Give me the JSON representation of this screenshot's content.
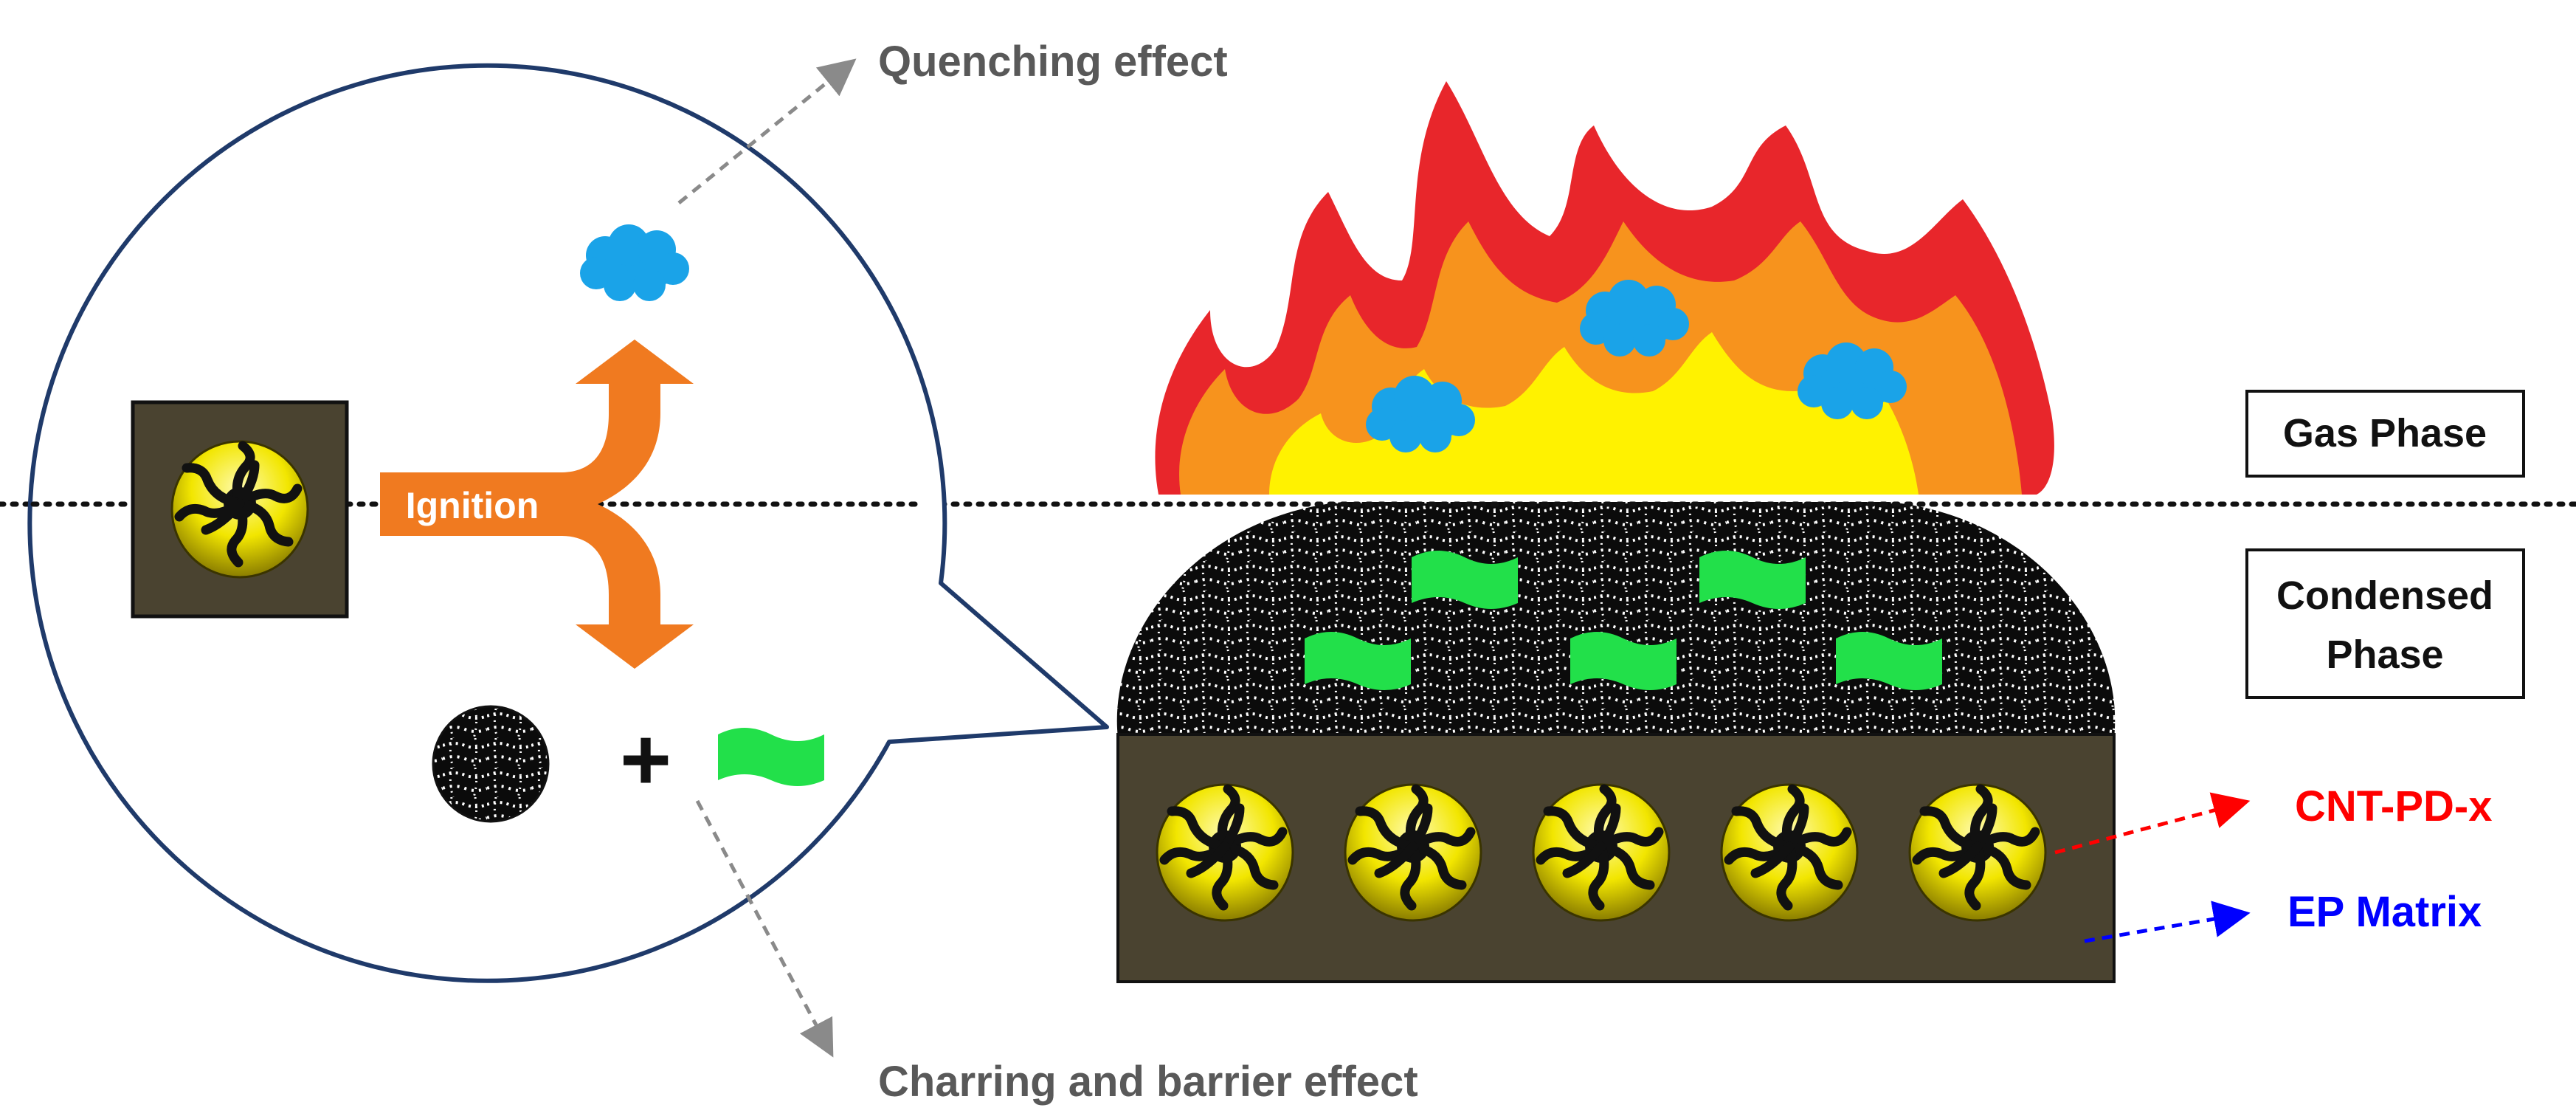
{
  "labels": {
    "quenching": "Quenching effect",
    "charring": "Charring and barrier effect",
    "ignition": "Ignition",
    "gas_phase": "Gas Phase",
    "condensed_phase_line1": "Condensed",
    "condensed_phase_line2": "Phase",
    "cnt_pd": "CNT-PD-x",
    "ep_matrix": "EP Matrix",
    "plus": "+"
  },
  "colors": {
    "flame_outer": "#e8262b",
    "flame_mid": "#f7931d",
    "flame_inner": "#fff200",
    "cloud": "#1aa3e8",
    "green_strip": "#22e04a",
    "matrix_box": "#4a4330",
    "particle_yellow": "#f2e600",
    "ignition_arrow": "#f07a20",
    "cnt_label": "#ff0000",
    "ep_label": "#0000ff",
    "gray_arrow": "#8a8a8a",
    "bubble_outline": "#1f3a6a"
  },
  "icons": [
    "flame-icon",
    "cloud-icon",
    "char-sphere-icon",
    "green-strip-icon",
    "nanoparticle-icon"
  ]
}
